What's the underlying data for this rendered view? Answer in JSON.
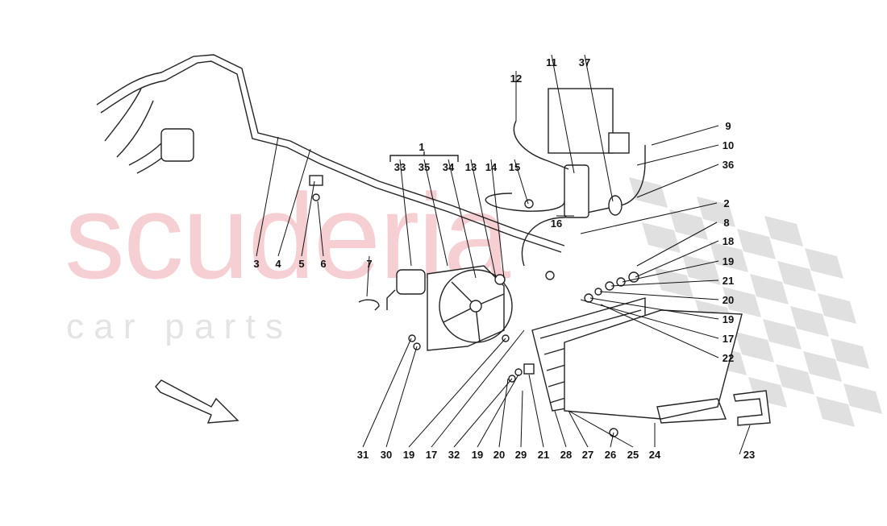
{
  "watermark": {
    "brand": "scuderia",
    "tagline": "c a r   p a r t s",
    "brand_color": "#f6cfd3",
    "flag_color": "#e0e0e0"
  },
  "callouts": [
    {
      "id": "1",
      "label": "1"
    },
    {
      "id": "33",
      "label": "33"
    },
    {
      "id": "35",
      "label": "35"
    },
    {
      "id": "34",
      "label": "34"
    },
    {
      "id": "13",
      "label": "13"
    },
    {
      "id": "14",
      "label": "14"
    },
    {
      "id": "15",
      "label": "15"
    },
    {
      "id": "11",
      "label": "11"
    },
    {
      "id": "12",
      "label": "12"
    },
    {
      "id": "37",
      "label": "37"
    },
    {
      "id": "9",
      "label": "9"
    },
    {
      "id": "10",
      "label": "10"
    },
    {
      "id": "36",
      "label": "36"
    },
    {
      "id": "2",
      "label": "2"
    },
    {
      "id": "8",
      "label": "8"
    },
    {
      "id": "18",
      "label": "18"
    },
    {
      "id": "19a",
      "label": "19"
    },
    {
      "id": "21a",
      "label": "21"
    },
    {
      "id": "20a",
      "label": "20"
    },
    {
      "id": "19b",
      "label": "19"
    },
    {
      "id": "17a",
      "label": "17"
    },
    {
      "id": "22",
      "label": "22"
    },
    {
      "id": "16",
      "label": "16"
    },
    {
      "id": "3",
      "label": "3"
    },
    {
      "id": "4",
      "label": "4"
    },
    {
      "id": "5",
      "label": "5"
    },
    {
      "id": "6",
      "label": "6"
    },
    {
      "id": "7",
      "label": "7"
    },
    {
      "id": "31",
      "label": "31"
    },
    {
      "id": "30",
      "label": "30"
    },
    {
      "id": "19c",
      "label": "19"
    },
    {
      "id": "17b",
      "label": "17"
    },
    {
      "id": "32",
      "label": "32"
    },
    {
      "id": "19d",
      "label": "19"
    },
    {
      "id": "20b",
      "label": "20"
    },
    {
      "id": "29",
      "label": "29"
    },
    {
      "id": "21b",
      "label": "21"
    },
    {
      "id": "28",
      "label": "28"
    },
    {
      "id": "27",
      "label": "27"
    },
    {
      "id": "26",
      "label": "26"
    },
    {
      "id": "25",
      "label": "25"
    },
    {
      "id": "24",
      "label": "24"
    },
    {
      "id": "23",
      "label": "23"
    }
  ]
}
